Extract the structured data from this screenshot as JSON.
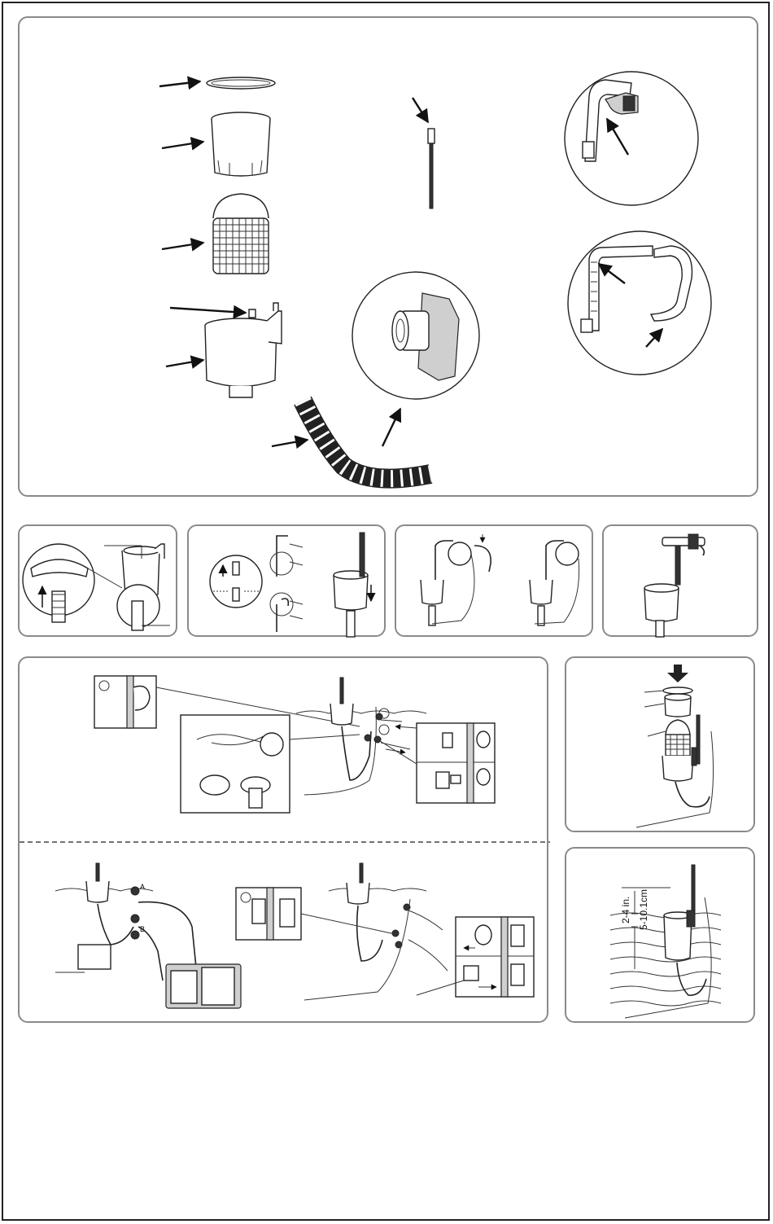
{
  "dimension": {
    "imperial": "2-4 in.",
    "metric": "5-10.1cm"
  },
  "callouts": {
    "a": "A",
    "b": "B"
  },
  "colors": {
    "line": "#222222",
    "panel_border": "#8a8a8a",
    "fill_gray": "#cfcfcf"
  }
}
